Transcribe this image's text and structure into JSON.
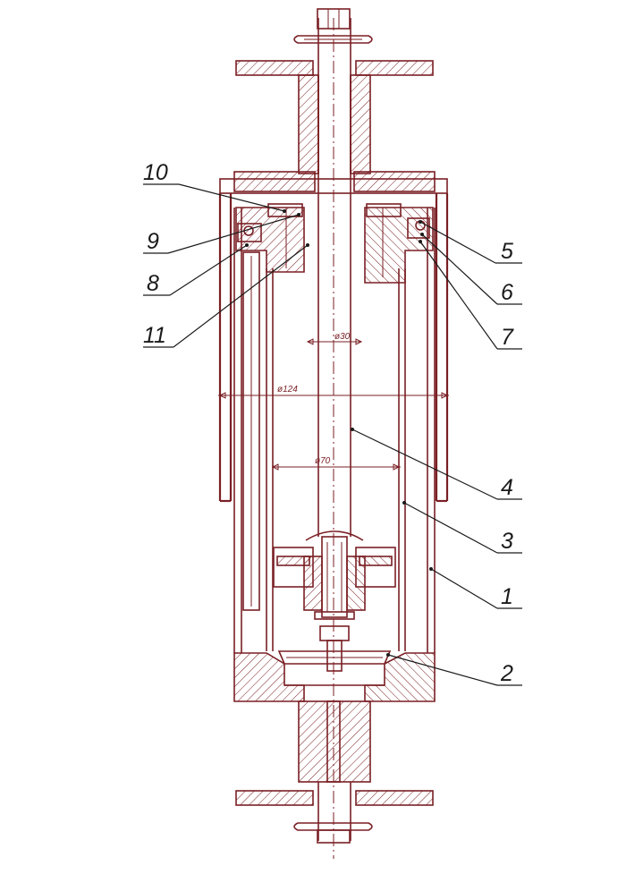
{
  "colors": {
    "line": "#7a1f24",
    "label": "#1a1a1a",
    "background": "#ffffff"
  },
  "dimensions": {
    "d30": "ø30",
    "d124": "ø124",
    "d70": "ø70"
  },
  "callouts": [
    {
      "id": "c10",
      "text": "10"
    },
    {
      "id": "c9",
      "text": "9"
    },
    {
      "id": "c8",
      "text": "8"
    },
    {
      "id": "c11",
      "text": "11"
    },
    {
      "id": "c5",
      "text": "5"
    },
    {
      "id": "c6",
      "text": "6"
    },
    {
      "id": "c7",
      "text": "7"
    },
    {
      "id": "c4",
      "text": "4"
    },
    {
      "id": "c3",
      "text": "3"
    },
    {
      "id": "c1",
      "text": "1"
    },
    {
      "id": "c2",
      "text": "2"
    }
  ]
}
